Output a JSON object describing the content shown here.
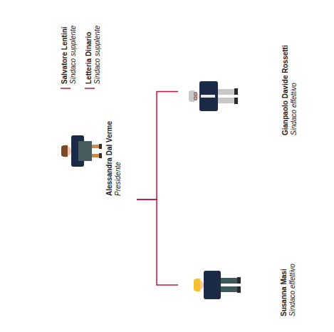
{
  "diagram": {
    "nodes": [
      {
        "text": [
          "Salvatore Lentini",
          "Sindaco supplente"
        ]
      },
      {
        "text": [
          "Letteria Dinario",
          "Sindaco supplente"
        ]
      },
      {
        "text": [
          "Alessandra Dal Verme",
          "Presidente"
        ]
      },
      {
        "text": [
          "Gianpaolo Davide Rossetti",
          "Sindaco effettivo"
        ]
      },
      {
        "text": [
          "Susanna Masi",
          "Sindaco effettivo"
        ]
      }
    ],
    "edges": [
      {
        "from": 2,
        "to": 3,
        "arrow": "none"
      },
      {
        "from": 2,
        "to": 4,
        "arrow": "none"
      }
    ]
  }
}
